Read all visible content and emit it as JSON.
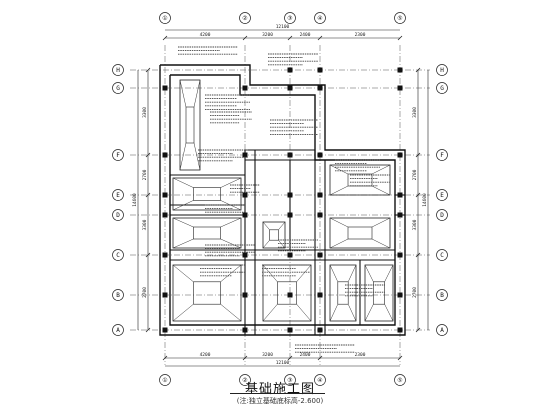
{
  "drawing": {
    "title": "基础施工图",
    "subtitle": "(注:独立基础底标高-2.600)",
    "axis_labels_top": [
      "①",
      "②",
      "③",
      "④",
      "⑤"
    ],
    "axis_labels_bottom": [
      "①",
      "②",
      "③",
      "④",
      "⑤"
    ],
    "axis_labels_left": [
      "H",
      "G",
      "F",
      "E",
      "D",
      "C",
      "B",
      "A"
    ],
    "axis_labels_right": [
      "H",
      "G",
      "F",
      "E",
      "D",
      "C",
      "B",
      "A"
    ],
    "dims_top": [
      "4200",
      "3200",
      "2400",
      "2300"
    ],
    "dims_bottom": [
      "4200",
      "3200",
      "2400",
      "2300"
    ],
    "dim_total_top": "12100",
    "dim_total_bottom": "12100",
    "dims_left": [
      "3300",
      "2700",
      "3300",
      "2700"
    ],
    "dim_total_left": "14600",
    "dims_right": [
      "3300",
      "2700",
      "3300",
      "2700"
    ],
    "dim_total_right": "14600"
  }
}
